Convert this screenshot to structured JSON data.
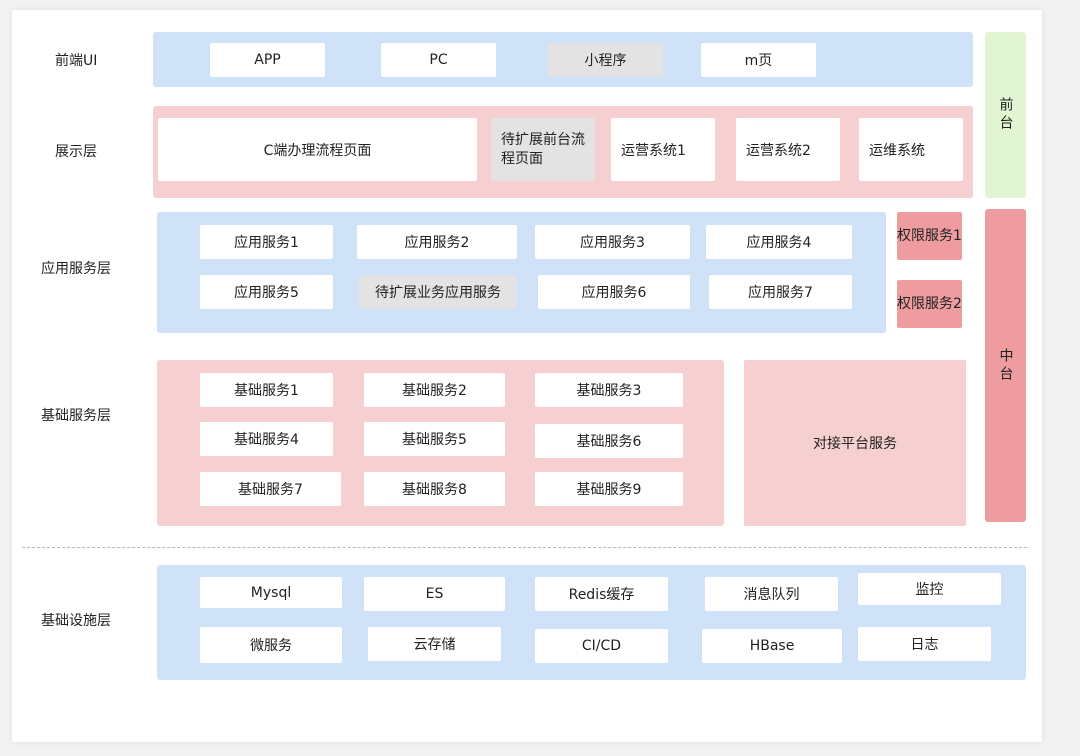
{
  "layers": {
    "frontend": "前端UI",
    "presentation": "展示层",
    "app_service": "应用服务层",
    "base_service": "基础服务层",
    "infra": "基础设施层"
  },
  "side": {
    "front": "前台",
    "middle": "中台"
  },
  "frontend_items": [
    "APP",
    "PC",
    "小程序",
    "m页"
  ],
  "presentation_items": [
    "C端办理流程页面",
    "待扩展前台流程页面",
    "运营系统1",
    "运营系统2",
    "运维系统"
  ],
  "app_services": [
    "应用服务1",
    "应用服务2",
    "应用服务3",
    "应用服务4",
    "应用服务5",
    "待扩展业务应用服务",
    "应用服务6",
    "应用服务7"
  ],
  "permission": [
    "权限服务1",
    "权限服务2"
  ],
  "base_services": [
    "基础服务1",
    "基础服务2",
    "基础服务3",
    "基础服务4",
    "基础服务5",
    "基础服务6",
    "基础服务7",
    "基础服务8",
    "基础服务9"
  ],
  "docking": "对接平台服务",
  "infra_items": [
    "Mysql",
    "ES",
    "Redis缓存",
    "消息队列",
    "监控",
    "微服务",
    "云存储",
    "CI/CD",
    "HBase",
    "日志"
  ],
  "colors": {
    "blue": "#cfe2f8",
    "pink": "#f6cfd0",
    "green": "#e2f5d2",
    "red": "#ee9c9f",
    "grey": "#e3e3e3"
  }
}
